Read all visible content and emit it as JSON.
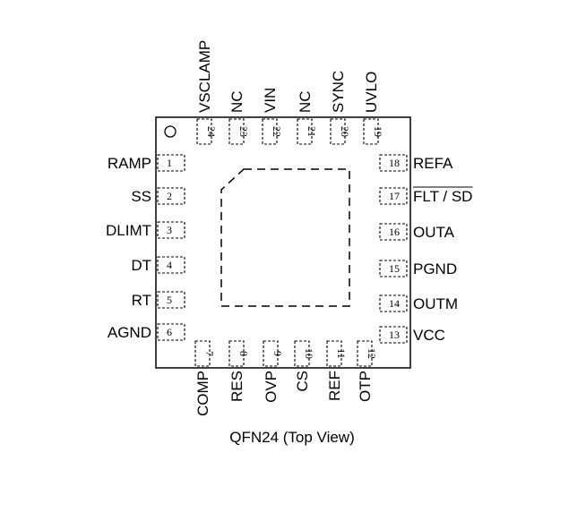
{
  "caption": "QFN24 (Top View)",
  "pins": {
    "left": [
      {
        "number": "1",
        "name": "RAMP"
      },
      {
        "number": "2",
        "name": "SS"
      },
      {
        "number": "3",
        "name": "DLIMT"
      },
      {
        "number": "4",
        "name": "DT"
      },
      {
        "number": "5",
        "name": "RT"
      },
      {
        "number": "6",
        "name": "AGND"
      }
    ],
    "bottom": [
      {
        "number": "7",
        "name": "COMP"
      },
      {
        "number": "8",
        "name": "RES"
      },
      {
        "number": "9",
        "name": "OVP"
      },
      {
        "number": "10",
        "name": "CS"
      },
      {
        "number": "11",
        "name": "REF"
      },
      {
        "number": "12",
        "name": "OTP"
      }
    ],
    "right": [
      {
        "number": "13",
        "name": "VCC"
      },
      {
        "number": "14",
        "name": "OUTM"
      },
      {
        "number": "15",
        "name": "PGND"
      },
      {
        "number": "16",
        "name": "OUTA"
      },
      {
        "number": "17",
        "name": "FLT / SD"
      },
      {
        "number": "18",
        "name": "REFA"
      }
    ],
    "top": [
      {
        "number": "19",
        "name": "UVLO"
      },
      {
        "number": "20",
        "name": "SYNC"
      },
      {
        "number": "21",
        "name": "NC"
      },
      {
        "number": "22",
        "name": "VIN"
      },
      {
        "number": "23",
        "name": "NC"
      },
      {
        "number": "24",
        "name": "VSCLAMP"
      }
    ]
  }
}
